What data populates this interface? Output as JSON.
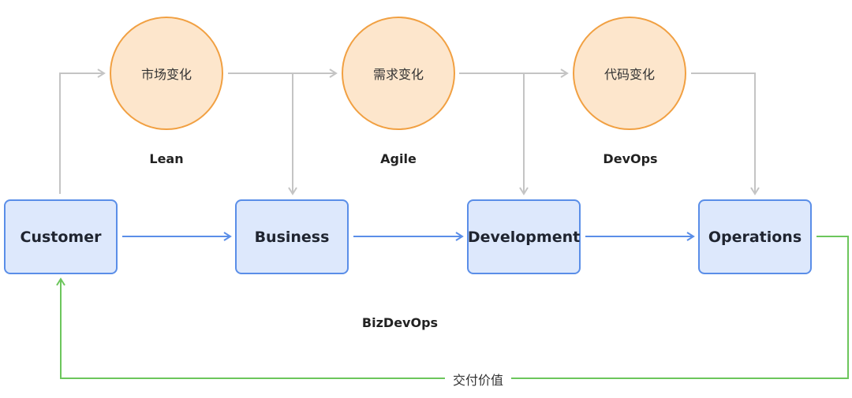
{
  "diagram": {
    "changes": [
      {
        "label": "市场变化"
      },
      {
        "label": "需求变化"
      },
      {
        "label": "代码变化"
      }
    ],
    "practices": [
      {
        "label": "Lean"
      },
      {
        "label": "Agile"
      },
      {
        "label": "DevOps"
      }
    ],
    "stages": [
      {
        "label": "Customer"
      },
      {
        "label": "Business"
      },
      {
        "label": "Development"
      },
      {
        "label": "Operations"
      }
    ],
    "scope_label": "BizDevOps",
    "feedback_label": "交付价值",
    "colors": {
      "circle_fill": "#fde6cc",
      "circle_border": "#f1a042",
      "box_fill": "#dde8fc",
      "box_border": "#5a8ee8",
      "flow_arrow": "#5a8ee8",
      "change_arrow": "#c4c4c4",
      "feedback_arrow": "#6cc65c"
    }
  }
}
